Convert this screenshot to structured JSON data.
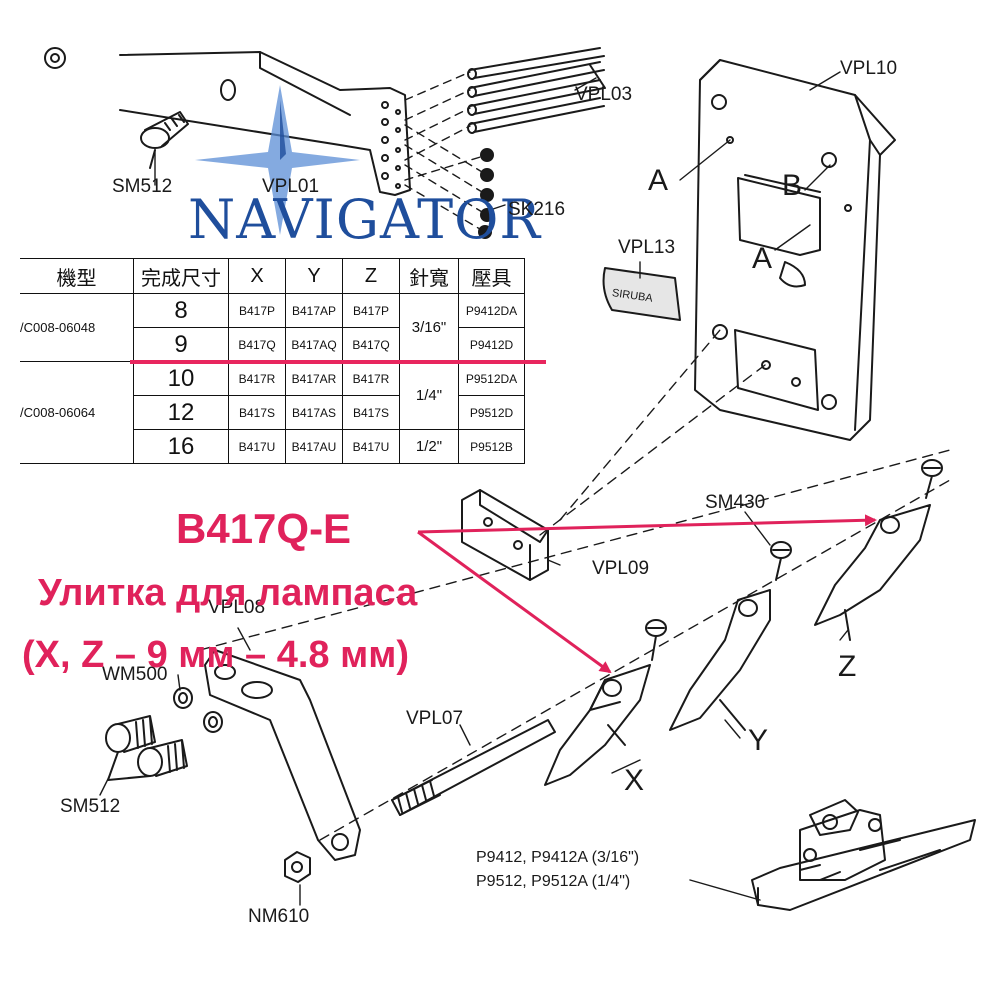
{
  "logo": {
    "text": "NAVIGATOR"
  },
  "callouts": {
    "part_code": "B417Q-E",
    "description": "Улитка для лампаса",
    "dimensions": "(X, Z – 9 мм – 4.8 мм)"
  },
  "part_labels": {
    "vpl03": "VPL03",
    "vpl10": "VPL10",
    "sm512_top": "SM512",
    "vpl01": "VPL01",
    "sk216": "SK216",
    "a_upper": "A",
    "b": "B",
    "a_lower": "A",
    "vpl13": "VPL13",
    "sm430": "SM430",
    "vpl09": "VPL09",
    "vpl08": "VPL08",
    "wm500": "WM500",
    "sm512_bottom": "SM512",
    "vpl07": "VPL07",
    "nm610": "NM610",
    "x": "X",
    "y": "Y",
    "z": "Z",
    "gauge_line1": "P9412, P9412A (3/16\")",
    "gauge_line2": "P9512, P9512A  (1/4\")",
    "plate_text": "SIRUBA"
  },
  "spec_table": {
    "headers": [
      "機型",
      "完成尺寸",
      "X",
      "Y",
      "Z",
      "針寬",
      "壓具"
    ],
    "groups": [
      {
        "model": "/C008-06048",
        "needle": "3/16\"",
        "rows": [
          {
            "size": "8",
            "x": "B417P",
            "y": "B417AP",
            "z": "B417P",
            "gauge": "P9412DA"
          },
          {
            "size": "9",
            "x": "B417Q",
            "y": "B417AQ",
            "z": "B417Q",
            "gauge": "P9412D"
          }
        ]
      },
      {
        "model": "/C008-06064",
        "rows": [
          {
            "size": "10",
            "x": "B417R",
            "y": "B417AR",
            "z": "B417R",
            "gauge": "P9512DA",
            "needle": "1/4\""
          },
          {
            "size": "12",
            "x": "B417S",
            "y": "B417AS",
            "z": "B417S",
            "gauge": "P9512D",
            "needle": "1/4\""
          },
          {
            "size": "16",
            "x": "B417U",
            "y": "B417AU",
            "z": "B417U",
            "gauge": "P9512B",
            "needle": "1/2\""
          }
        ]
      }
    ],
    "highlight_row_size": "9"
  },
  "colors": {
    "accent": "#e0225b",
    "logo_blue": "#1f4e9c",
    "line": "#1a1a1a"
  }
}
